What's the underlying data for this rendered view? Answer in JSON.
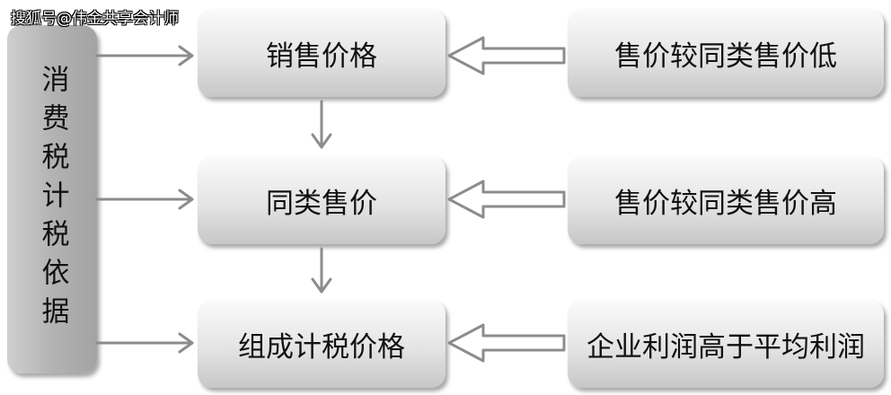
{
  "watermark": "搜狐号@伟金共享会计师",
  "left_label": "消费税计税依据",
  "center": {
    "top": "销售价格",
    "middle": "同类售价",
    "bottom": "组成计税价格"
  },
  "right": {
    "top": "售价较同类售价低",
    "middle": "售价较同类售价高",
    "bottom": "企业利润高于平均利润"
  }
}
